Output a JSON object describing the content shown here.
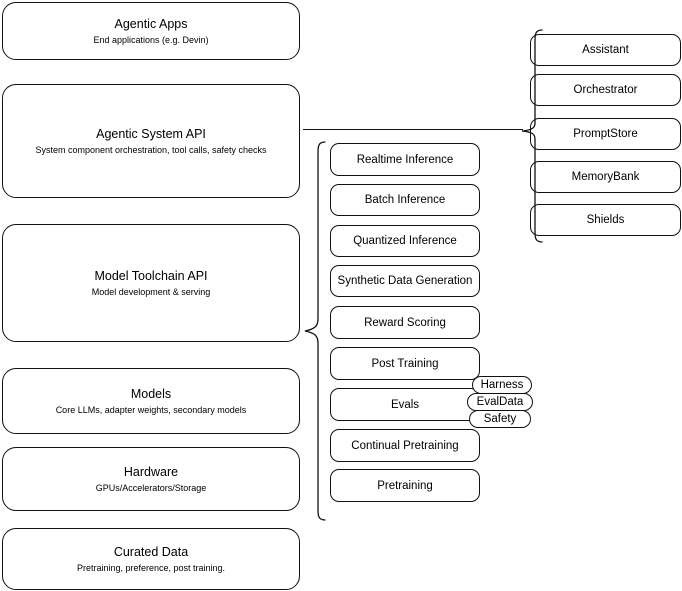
{
  "diagram": {
    "type": "layered-architecture-diagram",
    "stack_layers": [
      {
        "title": "Agentic Apps",
        "subtitle": "End applications (e.g. Devin)"
      },
      {
        "title": "Agentic System API",
        "subtitle": "System component orchestration, tool calls, safety checks"
      },
      {
        "title": "Model Toolchain API",
        "subtitle": "Model development & serving"
      },
      {
        "title": "Models",
        "subtitle": "Core LLMs, adapter weights, secondary models"
      },
      {
        "title": "Hardware",
        "subtitle": "GPUs/Accelerators/Storage"
      },
      {
        "title": "Curated Data",
        "subtitle": "Pretraining, preference, post training."
      }
    ],
    "toolchain_components": [
      {
        "title": "Realtime Inference"
      },
      {
        "title": "Batch Inference"
      },
      {
        "title": "Quantized Inference"
      },
      {
        "title": "Synthetic Data Generation"
      },
      {
        "title": "Reward Scoring"
      },
      {
        "title": "Post Training"
      },
      {
        "title": "Evals"
      },
      {
        "title": "Continual Pretraining"
      },
      {
        "title": "Pretraining"
      }
    ],
    "evals_subcomponents": [
      {
        "title": "Harness"
      },
      {
        "title": "EvalData"
      },
      {
        "title": "Safety"
      }
    ],
    "agentic_system_components": [
      {
        "title": "Assistant"
      },
      {
        "title": "Orchestrator"
      },
      {
        "title": "PromptStore"
      },
      {
        "title": "MemoryBank"
      },
      {
        "title": "Shields"
      }
    ],
    "colors": {
      "stroke": "#111111",
      "background": "#ffffff",
      "text": "#000000"
    }
  }
}
